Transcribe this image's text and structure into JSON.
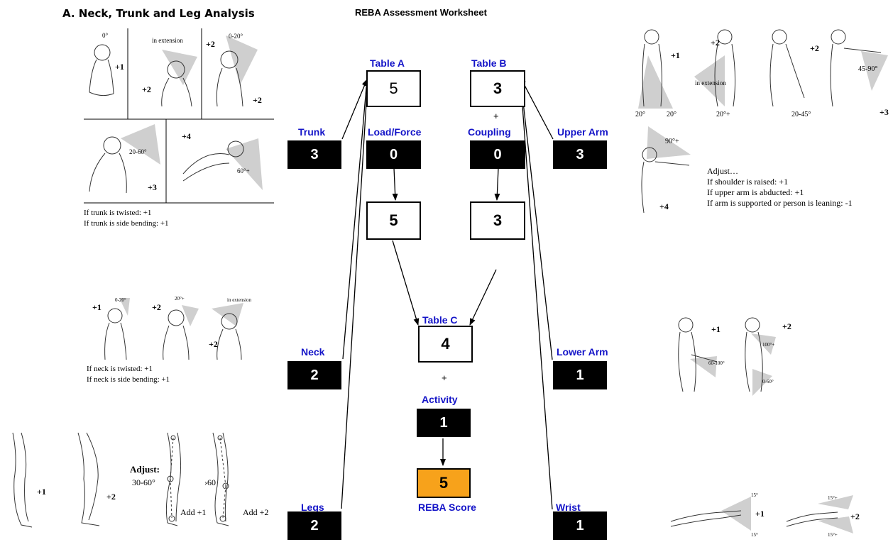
{
  "header": {
    "section_title": "A. Neck, Trunk and Leg Analysis",
    "worksheet_title": "REBA Assessment Worksheet"
  },
  "tables": {
    "table_a": {
      "label": "Table A",
      "value": "5"
    },
    "table_b": {
      "label": "Table B",
      "value": "3"
    },
    "table_c": {
      "label": "Table C",
      "value": "4"
    },
    "plus_b": "+",
    "plus_c": "+"
  },
  "scores": {
    "trunk": {
      "label": "Trunk",
      "value": "3"
    },
    "neck": {
      "label": "Neck",
      "value": "2"
    },
    "legs": {
      "label": "Legs",
      "value": "2"
    },
    "load_force": {
      "label": "Load/Force",
      "value": "0"
    },
    "coupling": {
      "label": "Coupling",
      "value": "0"
    },
    "upper_arm": {
      "label": "Upper Arm",
      "value": "3"
    },
    "lower_arm": {
      "label": "Lower Arm",
      "value": "1"
    },
    "wrist": {
      "label": "Wrist",
      "value": "1"
    },
    "activity": {
      "label": "Activity",
      "value": "1"
    },
    "score_a": "5",
    "score_b": "3",
    "reba": {
      "label": "REBA Score",
      "value": "5"
    }
  },
  "trunk_notes": {
    "line1": "If trunk is twisted: +1",
    "line2": "If trunk is side bending: +1"
  },
  "neck_notes": {
    "line1": "If neck is twisted: +1",
    "line2": "If neck is side bending: +1"
  },
  "upper_arm_notes": {
    "title": "Adjust…",
    "line1": "If shoulder is raised: +1",
    "line2": "If upper arm is abducted: +1",
    "line3": "If arm is supported or person is leaning: -1"
  },
  "leg_notes": {
    "adjust": "Adjust:",
    "range1": "30-60°",
    "range2": "›60",
    "add1": "Add +1",
    "add2": "Add +2"
  },
  "figure_labels": {
    "trunk": {
      "a": "0°",
      "b": "+1",
      "c": "in extension",
      "d": "+2",
      "e": "+2",
      "f": "0-20°",
      "g": "+2",
      "h": "20-60°",
      "i": "+3",
      "j": "+4",
      "k": "60°+"
    },
    "neck": {
      "a": "+1",
      "b": "0-20°",
      "c": "+2",
      "d": "20°+",
      "e": "+2",
      "f": "in extension"
    },
    "legs": {
      "a": "+1",
      "b": "+2"
    },
    "upper_arm": {
      "a": "+1",
      "b": "20°",
      "c": "20°",
      "d": "+2",
      "e": "in extension",
      "f": "20°+",
      "g": "+2",
      "h": "20-45°",
      "i": "45-90°",
      "j": "+3",
      "k": "90°+",
      "l": "+4"
    },
    "lower_arm": {
      "a": "+1",
      "b": "60-100°",
      "c": "+2",
      "d": "100°+",
      "e": "0-60°"
    },
    "wrist": {
      "a": "15°",
      "b": "+1",
      "c": "15°",
      "d": "15°+",
      "e": "+2",
      "f": "15°+"
    }
  }
}
